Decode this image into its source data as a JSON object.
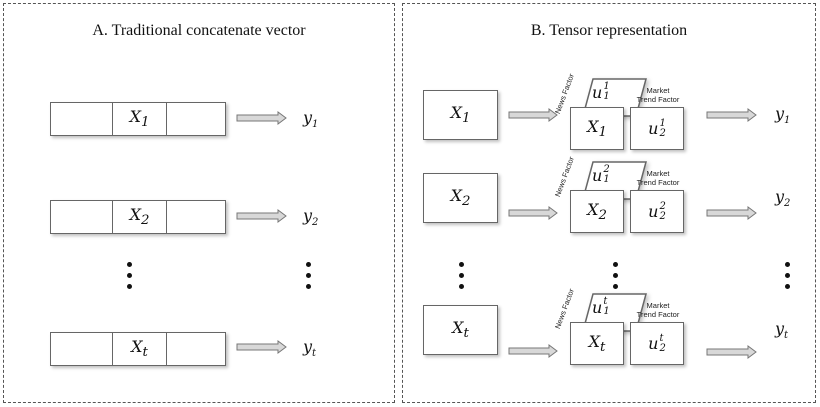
{
  "panel_a": {
    "title": "A. Traditional concatenate vector",
    "rows": [
      {
        "x": "X",
        "x_sub": "1",
        "y": "y",
        "y_sub": "1"
      },
      {
        "x": "X",
        "x_sub": "2",
        "y": "y",
        "y_sub": "2"
      },
      {
        "x": "X",
        "x_sub": "t",
        "y": "y",
        "y_sub": "t"
      }
    ]
  },
  "panel_b": {
    "title": "B. Tensor representation",
    "news_label": "News Factor",
    "market_label_1": "Market",
    "market_label_2": "Trend Factor",
    "rows": [
      {
        "x": "X",
        "x_sub": "1",
        "u1_sup": "1",
        "u2_sup": "1",
        "y": "y",
        "y_sub": "1"
      },
      {
        "x": "X",
        "x_sub": "2",
        "u1_sup": "2",
        "u2_sup": "2",
        "y": "y",
        "y_sub": "2"
      },
      {
        "x": "X",
        "x_sub": "t",
        "u1_sup": "t",
        "u2_sup": "t",
        "y": "y",
        "y_sub": "t"
      }
    ],
    "u_symbol": "u",
    "u1_sub": "1",
    "u2_sub": "2"
  }
}
